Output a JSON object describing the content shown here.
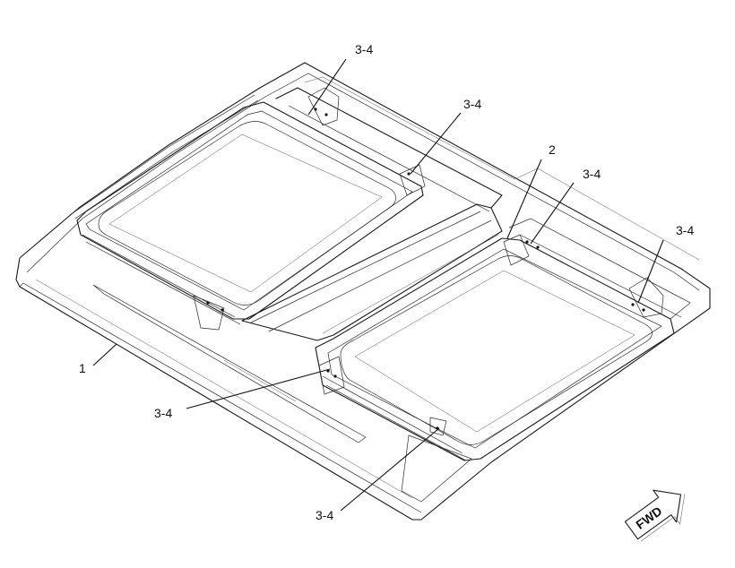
{
  "callouts": {
    "c1": "1",
    "c2": "2",
    "c3_4_a": "3-4",
    "c3_4_b": "3-4",
    "c3_4_c": "3-4",
    "c3_4_d": "3-4",
    "c3_4_e": "3-4",
    "c3_4_f": "3-4"
  },
  "direction_indicator": {
    "label": "FWD"
  },
  "colors": {
    "line": "#1a1a1a",
    "background": "#ffffff"
  }
}
